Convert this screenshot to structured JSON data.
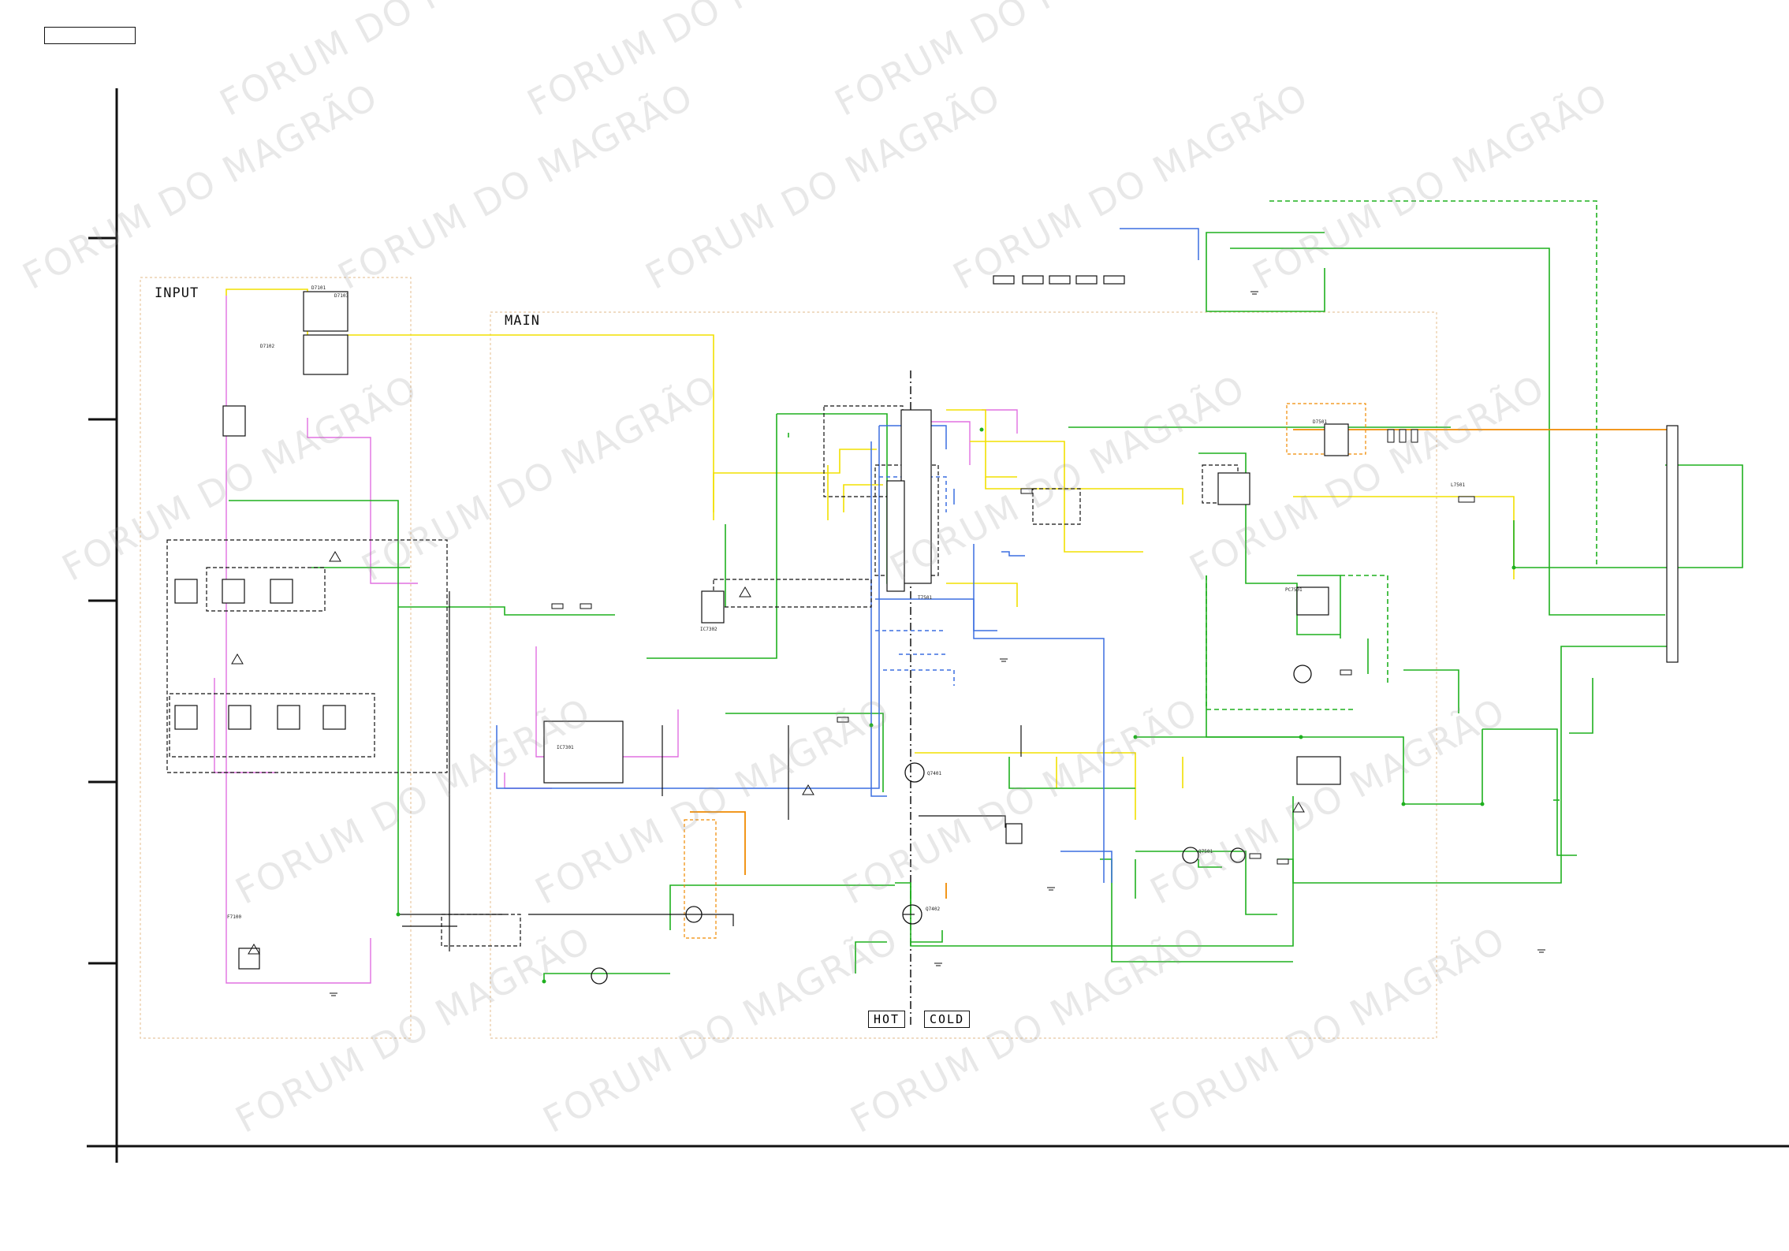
{
  "sections": {
    "input": "INPUT",
    "main": "MAIN",
    "hot": "HOT",
    "cold": "COLD"
  },
  "watermark_text": "FORUM DO MAGRÃO",
  "colors": {
    "yellow": "#f2e000",
    "green": "#1fb01f",
    "blue": "#3b6fe0",
    "pink": "#e070e0",
    "orange": "#f08a00",
    "black": "#111111",
    "watermark": "#999999"
  },
  "component_labels": [
    "D7101",
    "D7102",
    "D7103",
    "IC7301",
    "IC7302",
    "T7501",
    "Q7401",
    "Q7402",
    "Q7501",
    "PC7501",
    "D7501",
    "L7501",
    "F7100"
  ]
}
